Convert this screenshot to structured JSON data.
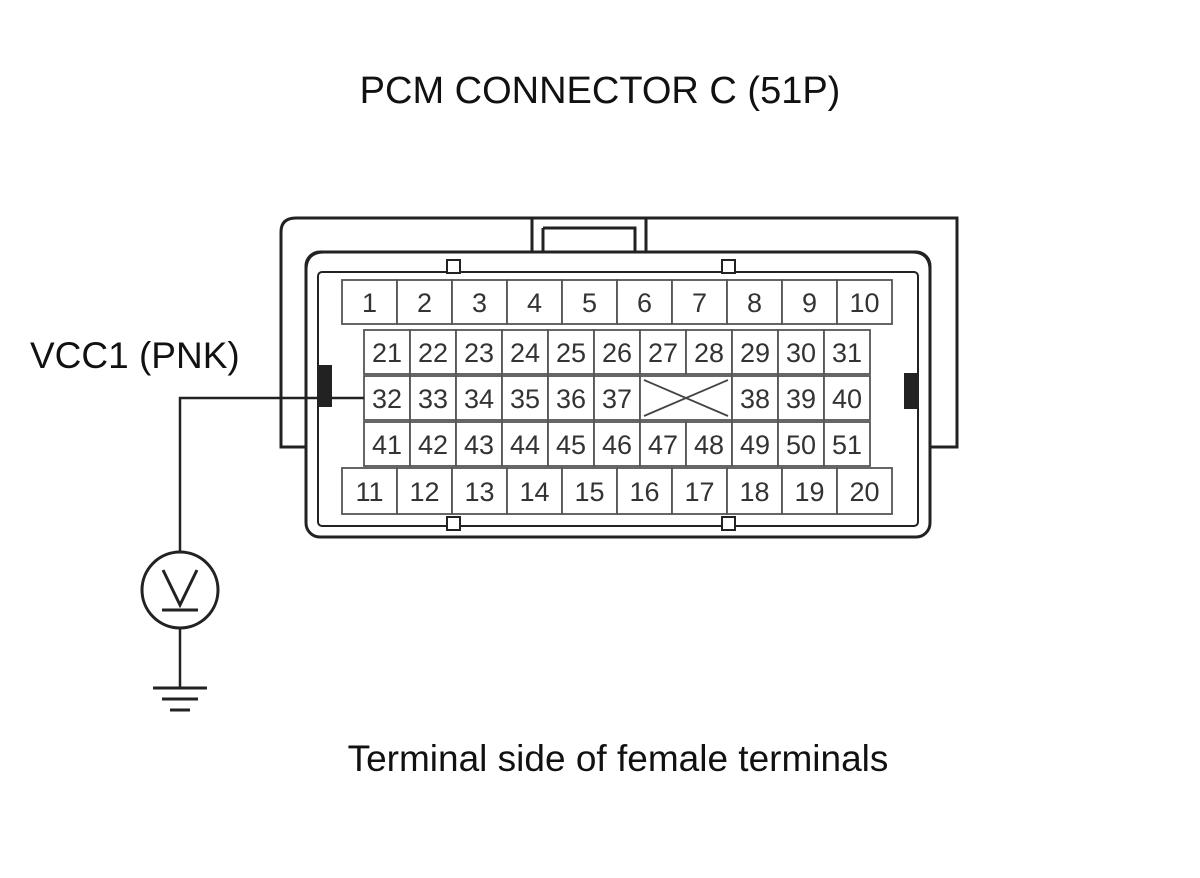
{
  "title": "PCM CONNECTOR C (51P)",
  "caption": "Terminal side of female terminals",
  "wire_label": "VCC1 (PNK)",
  "connector": {
    "pin_rows": [
      [
        "1",
        "2",
        "3",
        "4",
        "5",
        "6",
        "7",
        "8",
        "9",
        "10"
      ],
      [
        "21",
        "22",
        "23",
        "24",
        "25",
        "26",
        "27",
        "28",
        "29",
        "30",
        "31"
      ],
      [
        "32",
        "33",
        "34",
        "35",
        "36",
        "37",
        "",
        "38",
        "39",
        "40"
      ],
      [
        "41",
        "42",
        "43",
        "44",
        "45",
        "46",
        "47",
        "48",
        "49",
        "50",
        "51"
      ],
      [
        "11",
        "12",
        "13",
        "14",
        "15",
        "16",
        "17",
        "18",
        "19",
        "20"
      ]
    ],
    "probed_pin": "32"
  },
  "meter": {
    "symbol": "voltmeter-icon",
    "ground": "ground-icon"
  },
  "colors": {
    "line": "#222222",
    "cell_border": "#555555",
    "text": "#111111"
  }
}
